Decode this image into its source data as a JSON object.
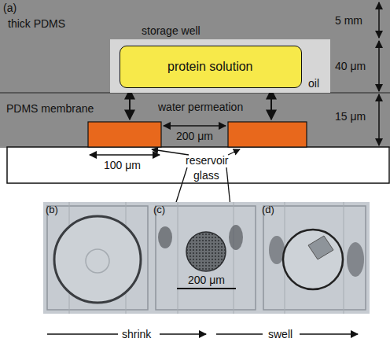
{
  "diagram": {
    "nodes": [
      {
        "text": [
          "thick PDMS"
        ]
      },
      {
        "text": [
          "storage well",
          "oil"
        ],
        "in": 0
      },
      {
        "text": [
          "protein solution"
        ],
        "in": 1
      },
      {
        "text": [
          "PDMS membrane",
          "water permeation"
        ]
      },
      {
        "text": [
          "glass"
        ]
      }
    ],
    "labels": [
      "(a)",
      "5 mm",
      "40 μm",
      "15 μm",
      "200 μm",
      "100 μm",
      "reservoir",
      "(b)",
      "(c)",
      "(d)",
      "200 μm",
      "shrink",
      "swell"
    ]
  }
}
